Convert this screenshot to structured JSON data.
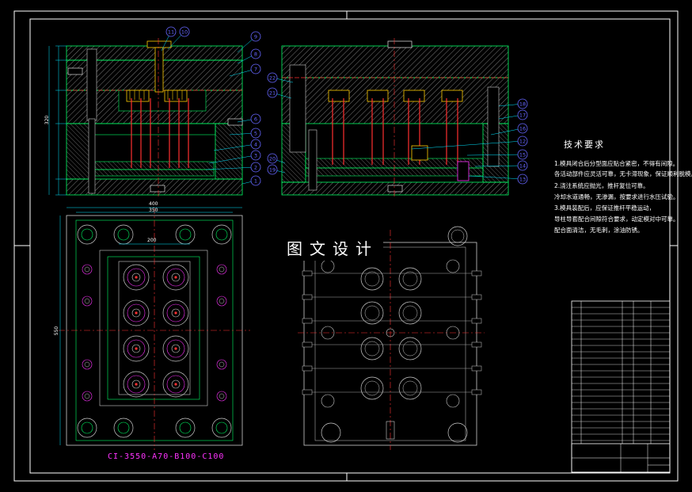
{
  "title_block": {
    "drawing_name": "",
    "notes": ""
  },
  "tech_requirements": {
    "heading": "技术要求",
    "lines": [
      "1.模具闭合后分型面应贴合紧密，不得有间隙。",
      "各活动部件应灵活可靠，无卡滞现象，保证顺利脱模。",
      "2.浇注系统应抛光，推杆复位可靠。",
      "冷却水道通畅，无渗漏，按要求进行水压试验。",
      "3.模具装配后，应保证推杆平稳运动，",
      "导柱导套配合间隙符合要求，动定模对中可靠。",
      "配合面清洁，无毛刺，涂油防锈。"
    ]
  },
  "watermark": "图文设计",
  "mold_base_code": "CI-3550-A70-B100-C100",
  "dimensions": {
    "plan_width_outer": "400",
    "plan_width_inner": "350",
    "plan_inner": "200",
    "plan_height": "550",
    "section_height": "320"
  },
  "balloons_left": [
    "11",
    "10",
    "9",
    "8",
    "7",
    "6",
    "5",
    "4",
    "3",
    "2",
    "1"
  ],
  "balloons_right": [
    "22",
    "21",
    "18",
    "17",
    "16",
    "15",
    "14",
    "13",
    "12",
    "20",
    "19"
  ],
  "colors": {
    "frame": "#ffffff",
    "outline": "#00ff66",
    "hatch": "#b0b0b0",
    "pins": "#ff3030",
    "runner": "#ffcc00",
    "leader": "#00e5ff",
    "balloon": "#6666ff",
    "centerline": "#ff3333",
    "magenta": "#ff33ff"
  }
}
